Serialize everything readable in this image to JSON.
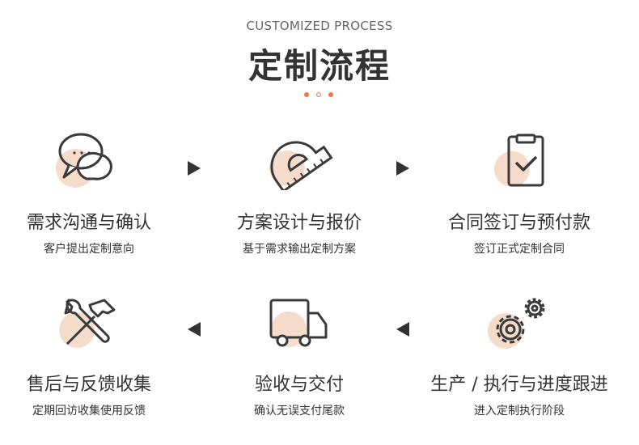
{
  "header": {
    "subtitle": "CUSTOMIZED PROCESS",
    "title": "定制流程"
  },
  "colors": {
    "accent": "#f07a3a",
    "circle": "#f6dccb",
    "icon": "#3a3a3a"
  },
  "steps": [
    {
      "title": "需求沟通与确认",
      "desc": "客户提出定制意向",
      "icon": "chat-bubbles-icon"
    },
    {
      "title": "方案设计与报价",
      "desc": "基于需求输出定制方案",
      "icon": "protractor-ruler-icon"
    },
    {
      "title": "合同签订与预付款",
      "desc": "签订正式定制合同",
      "icon": "clipboard-check-icon"
    },
    {
      "title": "生产 / 执行与进度跟进",
      "desc": "进入定制执行阶段",
      "icon": "gears-icon"
    },
    {
      "title": "验收与交付",
      "desc": "确认无误支付尾款",
      "icon": "delivery-truck-icon"
    },
    {
      "title": "售后与反馈收集",
      "desc": "定期回访收集使用反馈",
      "icon": "wrench-hammer-icon"
    }
  ]
}
